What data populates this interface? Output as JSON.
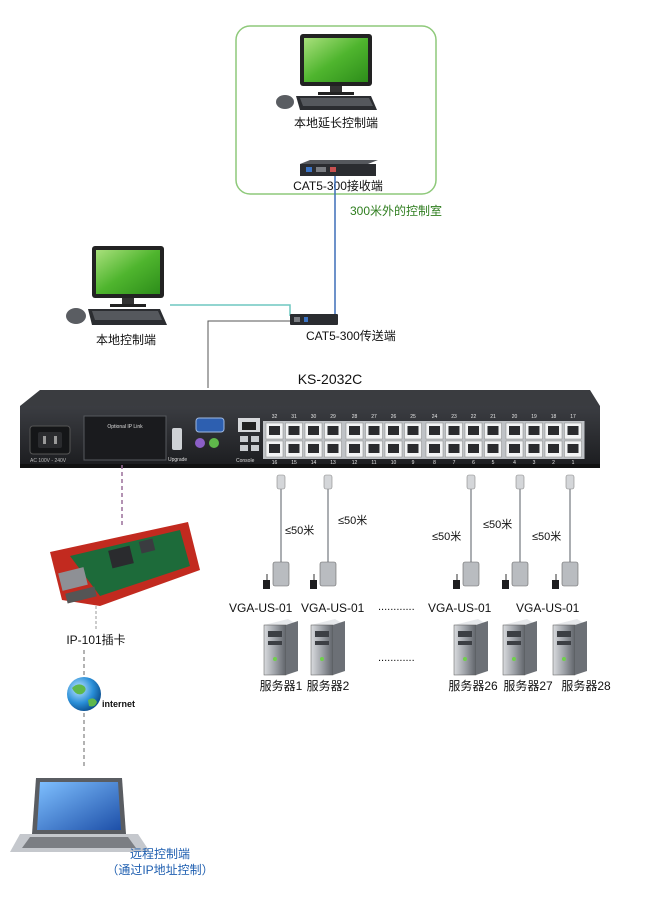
{
  "labels": {
    "local_extended_console": "本地延长控制端",
    "receiver": "CAT5-300接收端",
    "remote_room": "300米外的控制室",
    "local_console": "本地控制端",
    "transmitter": "CAT5-300传送端",
    "switch_model": "KS-2032C",
    "optional_ip_link": "Optional IP Link",
    "upgrade": "Upgrade",
    "console": "Console",
    "power_rating": "AC 100V - 240V",
    "ip_card": "IP-101插卡",
    "internet": "internet",
    "remote_console": "远程控制端",
    "remote_console_note": "（通过IP地址控制）",
    "dots": "............"
  },
  "ports_top": [
    "32",
    "31",
    "30",
    "29",
    "28",
    "27",
    "26",
    "25",
    "24",
    "23",
    "22",
    "21",
    "20",
    "19",
    "18",
    "17"
  ],
  "ports_bottom": [
    "16",
    "15",
    "14",
    "13",
    "12",
    "11",
    "10",
    "9",
    "8",
    "7",
    "6",
    "5",
    "4",
    "3",
    "2",
    "1"
  ],
  "distances": [
    "≤50米",
    "≤50米",
    "≤50米",
    "≤50米",
    "≤50米"
  ],
  "adapters": [
    "VGA-US-01",
    "VGA-US-01",
    "VGA-US-01",
    "VGA-US-01"
  ],
  "servers": [
    "服务器1",
    "服务器2",
    "服务器26",
    "服务器27",
    "服务器28"
  ],
  "colors": {
    "frame_green": "#8ec97a",
    "link_teal": "#6fc7c0",
    "link_blue": "#3d6fb8",
    "dashed_purple": "#9a6f9a",
    "monitor_screen": "#4fb52e",
    "chassis": "#26282c"
  }
}
